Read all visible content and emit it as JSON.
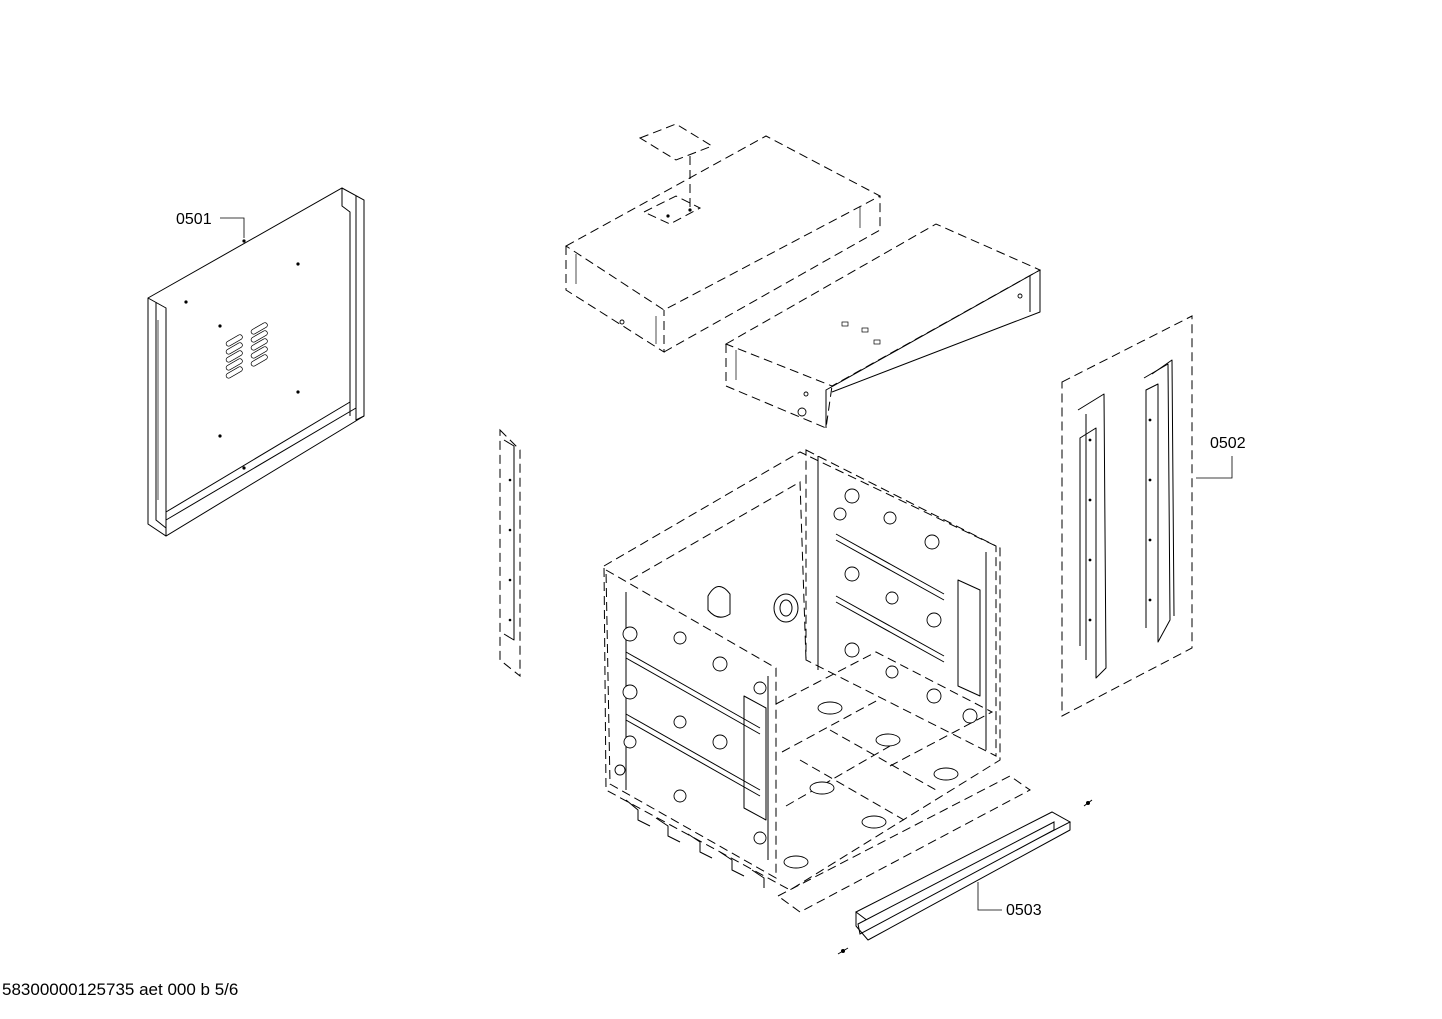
{
  "callouts": {
    "part_0501": "0501",
    "part_0502": "0502",
    "part_0503": "0503"
  },
  "footer": {
    "document_id": "58300000125735 aet 000 b 5/6"
  }
}
